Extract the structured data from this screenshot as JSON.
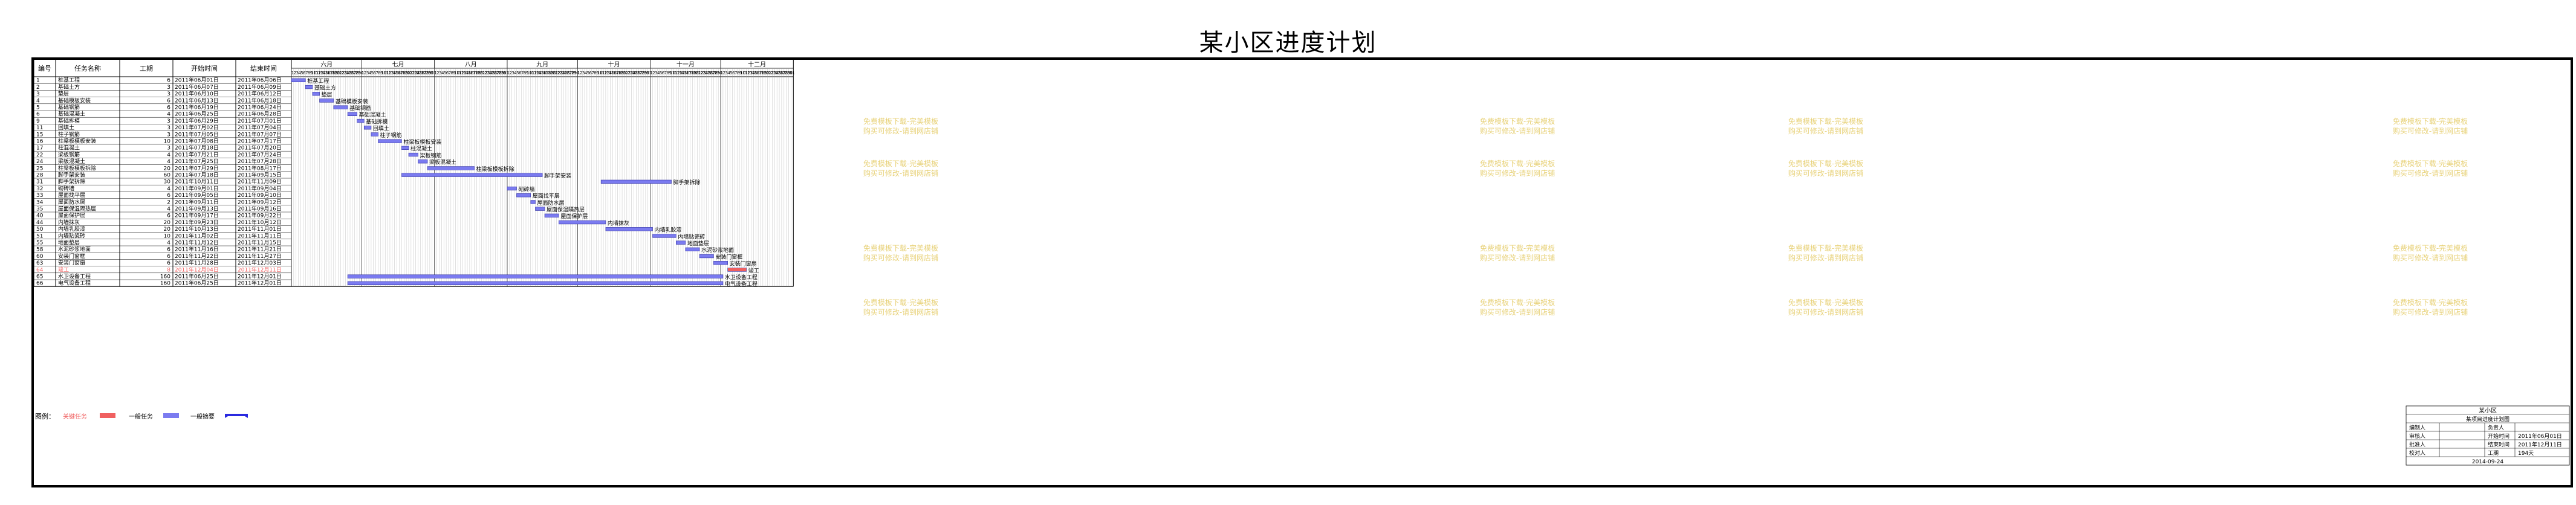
{
  "title": "某小区进度计划",
  "columns": {
    "no": "编号",
    "name": "任务名称",
    "duration": "工期",
    "start": "开始时间",
    "end": "结束时间"
  },
  "months": [
    "六月",
    "七月",
    "八月",
    "九月",
    "十月",
    "十一月",
    "十二月"
  ],
  "legend": {
    "label": "图例：",
    "critical": "关键任务",
    "normal": "一般任务",
    "summary": "一般摘要"
  },
  "watermark": [
    "免费模板下载-完美模板",
    "购买可修改-请到网店铺"
  ],
  "info": {
    "org": "某小区",
    "desc": "某项目进度计划图",
    "rows": [
      {
        "k": "编制人",
        "v": "",
        "k2": "负责人",
        "v2": ""
      },
      {
        "k": "审核人",
        "v": "",
        "k2": "开始时间",
        "v2": "2011年06月01日"
      },
      {
        "k": "批准人",
        "v": "",
        "k2": "结束时间",
        "v2": "2011年12月11日"
      },
      {
        "k": "校对人",
        "v": "",
        "k2": "工期",
        "v2": "194天"
      }
    ],
    "date": "2014-09-24"
  },
  "colors": {
    "normal": "#7b7bf0",
    "critical": "#f06060",
    "summary": "#2a2ae0",
    "grid": "#9a9a9a",
    "watermark": "#e8d27a"
  },
  "chart_data": {
    "type": "gantt",
    "title": "某小区进度计划",
    "x_range": [
      "2011-06-01",
      "2011-12-11"
    ],
    "tasks": [
      {
        "no": "1",
        "name": "桩基工程",
        "duration": 6,
        "start": "2011年06月01日",
        "end": "2011年06月06日",
        "type": "normal"
      },
      {
        "no": "2",
        "name": "基础土方",
        "duration": 3,
        "start": "2011年06月07日",
        "end": "2011年06月09日",
        "type": "normal"
      },
      {
        "no": "3",
        "name": "垫层",
        "duration": 3,
        "start": "2011年06月10日",
        "end": "2011年06月12日",
        "type": "normal"
      },
      {
        "no": "4",
        "name": "基础模板安装",
        "duration": 6,
        "start": "2011年06月13日",
        "end": "2011年06月18日",
        "type": "normal"
      },
      {
        "no": "5",
        "name": "基础钢筋",
        "duration": 6,
        "start": "2011年06月19日",
        "end": "2011年06月24日",
        "type": "normal"
      },
      {
        "no": "6",
        "name": "基础混凝土",
        "duration": 4,
        "start": "2011年06月25日",
        "end": "2011年06月28日",
        "type": "normal"
      },
      {
        "no": "9",
        "name": "基础拆模",
        "duration": 3,
        "start": "2011年06月29日",
        "end": "2011年07月01日",
        "type": "normal"
      },
      {
        "no": "11",
        "name": "回填土",
        "duration": 3,
        "start": "2011年07月02日",
        "end": "2011年07月04日",
        "type": "normal"
      },
      {
        "no": "15",
        "name": "柱子钢筋",
        "duration": 3,
        "start": "2011年07月05日",
        "end": "2011年07月07日",
        "type": "normal"
      },
      {
        "no": "16",
        "name": "柱梁板模板安装",
        "duration": 10,
        "start": "2011年07月08日",
        "end": "2011年07月17日",
        "type": "normal"
      },
      {
        "no": "17",
        "name": "柱混凝土",
        "duration": 3,
        "start": "2011年07月18日",
        "end": "2011年07月20日",
        "type": "normal"
      },
      {
        "no": "22",
        "name": "梁板钢筋",
        "duration": 4,
        "start": "2011年07月21日",
        "end": "2011年07月24日",
        "type": "normal"
      },
      {
        "no": "24",
        "name": "梁板混凝土",
        "duration": 4,
        "start": "2011年07月25日",
        "end": "2011年07月28日",
        "type": "normal"
      },
      {
        "no": "25",
        "name": "柱梁板模板拆除",
        "duration": 20,
        "start": "2011年07月29日",
        "end": "2011年08月17日",
        "type": "normal"
      },
      {
        "no": "28",
        "name": "脚手架安装",
        "duration": 60,
        "start": "2011年07月18日",
        "end": "2011年09月15日",
        "type": "normal"
      },
      {
        "no": "31",
        "name": "脚手架拆除",
        "duration": 30,
        "start": "2011年10月11日",
        "end": "2011年11月09日",
        "type": "normal"
      },
      {
        "no": "32",
        "name": "砌砖墙",
        "duration": 4,
        "start": "2011年09月01日",
        "end": "2011年09月04日",
        "type": "normal"
      },
      {
        "no": "33",
        "name": "屋面找平层",
        "duration": 6,
        "start": "2011年09月05日",
        "end": "2011年09月10日",
        "type": "normal"
      },
      {
        "no": "34",
        "name": "屋面防水层",
        "duration": 2,
        "start": "2011年09月11日",
        "end": "2011年09月12日",
        "type": "normal"
      },
      {
        "no": "35",
        "name": "屋面保温隔热层",
        "duration": 4,
        "start": "2011年09月13日",
        "end": "2011年09月16日",
        "type": "normal"
      },
      {
        "no": "40",
        "name": "屋面保护层",
        "duration": 6,
        "start": "2011年09月17日",
        "end": "2011年09月22日",
        "type": "normal"
      },
      {
        "no": "44",
        "name": "内墙抹灰",
        "duration": 20,
        "start": "2011年09月23日",
        "end": "2011年10月12日",
        "type": "normal"
      },
      {
        "no": "50",
        "name": "内墙乳胶漆",
        "duration": 20,
        "start": "2011年10月13日",
        "end": "2011年11月01日",
        "type": "normal"
      },
      {
        "no": "51",
        "name": "内墙贴瓷砖",
        "duration": 10,
        "start": "2011年11月02日",
        "end": "2011年11月11日",
        "type": "normal"
      },
      {
        "no": "55",
        "name": "地面垫层",
        "duration": 4,
        "start": "2011年11月12日",
        "end": "2011年11月15日",
        "type": "normal"
      },
      {
        "no": "58",
        "name": "水泥砂浆地面",
        "duration": 6,
        "start": "2011年11月16日",
        "end": "2011年11月21日",
        "type": "normal"
      },
      {
        "no": "60",
        "name": "安装门窗框",
        "duration": 6,
        "start": "2011年11月22日",
        "end": "2011年11月27日",
        "type": "normal"
      },
      {
        "no": "63",
        "name": "安装门窗扇",
        "duration": 6,
        "start": "2011年11月28日",
        "end": "2011年12月03日",
        "type": "normal"
      },
      {
        "no": "64",
        "name": "竣工",
        "duration": 8,
        "start": "2011年12月04日",
        "end": "2011年12月11日",
        "type": "critical"
      },
      {
        "no": "65",
        "name": "水卫设备工程",
        "duration": 160,
        "start": "2011年06月25日",
        "end": "2011年12月01日",
        "type": "normal"
      },
      {
        "no": "66",
        "name": "电气设备工程",
        "duration": 160,
        "start": "2011年06月25日",
        "end": "2011年12月01日",
        "type": "normal"
      }
    ]
  }
}
